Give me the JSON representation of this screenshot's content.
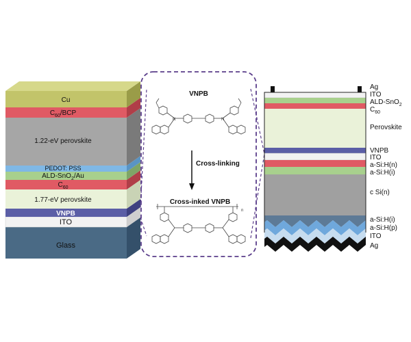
{
  "left_stack": {
    "layers": [
      {
        "id": "cu",
        "label": "Cu"
      },
      {
        "id": "c60bcp",
        "label_main": "C",
        "label_sub": "60",
        "label_rest": "/BCP"
      },
      {
        "id": "pv122",
        "label": "1.22-eV perovskite"
      },
      {
        "id": "pedot",
        "label": "PEDOT: PSS"
      },
      {
        "id": "ald",
        "label_main": "ALD-SnO",
        "label_sub": "2",
        "label_rest": "/Au"
      },
      {
        "id": "c60",
        "label_main": "C",
        "label_sub": "60",
        "label_rest": ""
      },
      {
        "id": "pv177",
        "label": "1.77-eV perovskite"
      },
      {
        "id": "vnpb",
        "label": "VNPB"
      },
      {
        "id": "ito",
        "label": "ITO"
      },
      {
        "id": "glass",
        "label": "Glass"
      }
    ]
  },
  "middle": {
    "top_label": "VNPB",
    "arrow_label": "Cross-linking",
    "bottom_label": "Cross-inked VNPB",
    "polymer_n": "n"
  },
  "right_stack": {
    "labels": [
      {
        "id": "ag_top",
        "text": "Ag"
      },
      {
        "id": "ito_top",
        "text": "ITO"
      },
      {
        "id": "ald",
        "text_main": "ALD-SnO",
        "text_sub": "2"
      },
      {
        "id": "c60",
        "text_main": "C",
        "text_sub": "60"
      },
      {
        "id": "perov",
        "text": "Perovskite"
      },
      {
        "id": "vnpb",
        "text": "VNPB"
      },
      {
        "id": "ito_mid",
        "text": "ITO"
      },
      {
        "id": "asin",
        "text": "a-Si:H(n)"
      },
      {
        "id": "asii_top",
        "text": "a-Si:H(i)"
      },
      {
        "id": "csi",
        "text": "c Si(n)"
      },
      {
        "id": "asii_bot",
        "text": "a-Si:H(i)"
      },
      {
        "id": "asip",
        "text": "a-Si:H(p)"
      },
      {
        "id": "ito_bot",
        "text": "ITO"
      },
      {
        "id": "ag_bot",
        "text": "Ag"
      }
    ]
  },
  "colors": {
    "cu": "#c2c46a",
    "red": "#e05a64",
    "gray": "#a6a6a6",
    "pedot": "#7fb8e6",
    "green": "#a8d08d",
    "lightgreen": "#eaf2d9",
    "vnpb": "#5b5ea6",
    "ito": "#f2f2f2",
    "glass": "#4a6a85",
    "dash": "#5a3d8a",
    "silicon": "#a0a0a0",
    "zig_dark": "#5d7a96",
    "zig_blue": "#6fa8dc",
    "zig_light": "#c6dcef"
  }
}
